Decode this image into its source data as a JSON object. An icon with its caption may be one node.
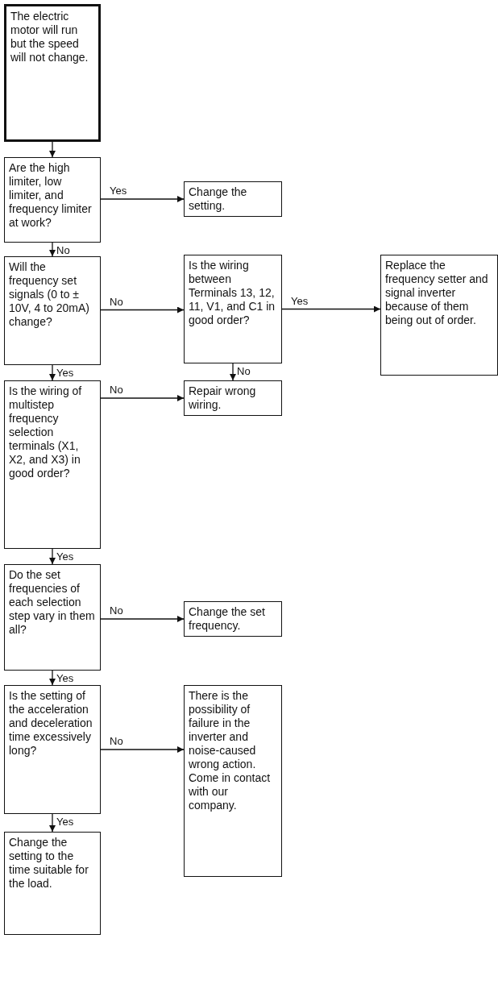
{
  "diagram": {
    "nodes": [
      {
        "text": [
          "The electric motor will run but the speed will not change."
        ]
      },
      {
        "text": [
          "Are the high limiter, low limiter, and frequency limiter at work?"
        ]
      },
      {
        "text": [
          "Change the setting."
        ]
      },
      {
        "text": [
          "Will the frequency set signals (0 to ± 10V, 4 to 20mA) change?"
        ]
      },
      {
        "text": [
          "Is the wiring between Terminals 13, 12, 11, V1, and C1 in good order?"
        ]
      },
      {
        "text": [
          "Replace the frequency setter and signal inverter because of them being out of order."
        ]
      },
      {
        "text": [
          "Is the wiring of multistep frequency selection terminals (X1, X2, and X3) in good order?"
        ]
      },
      {
        "text": [
          "Repair wrong wiring."
        ]
      },
      {
        "text": [
          "Do the set frequencies of each selection step vary in them all?"
        ]
      },
      {
        "text": [
          "Change the set frequency."
        ]
      },
      {
        "text": [
          "Is the setting of the acceleration and deceleration time excessively long?"
        ]
      },
      {
        "text": [
          "There is the possibility of failure in the inverter and noise-caused wrong action. Come in contact with our company."
        ]
      },
      {
        "text": [
          "Change the setting to the time suitable for the load."
        ]
      }
    ],
    "edges": [
      {
        "from": 0,
        "to": 1,
        "arrow": "to"
      },
      {
        "from": 1,
        "to": 2,
        "arrow": "to",
        "label": "Yes"
      },
      {
        "from": 1,
        "to": 3,
        "arrow": "to",
        "label": "No"
      },
      {
        "from": 3,
        "to": 4,
        "arrow": "to",
        "label": "No"
      },
      {
        "from": 4,
        "to": 5,
        "arrow": "to",
        "label": "Yes"
      },
      {
        "from": 4,
        "to": 7,
        "arrow": "to",
        "label": "No"
      },
      {
        "from": 3,
        "to": 6,
        "arrow": "to",
        "label": "Yes"
      },
      {
        "from": 6,
        "to": 7,
        "arrow": "to",
        "label": "No"
      },
      {
        "from": 6,
        "to": 8,
        "arrow": "to",
        "label": "Yes"
      },
      {
        "from": 8,
        "to": 9,
        "arrow": "to",
        "label": "No"
      },
      {
        "from": 8,
        "to": 10,
        "arrow": "to",
        "label": "Yes"
      },
      {
        "from": 10,
        "to": 11,
        "arrow": "to",
        "label": "No"
      },
      {
        "from": 10,
        "to": 12,
        "arrow": "to",
        "label": "Yes"
      }
    ]
  }
}
